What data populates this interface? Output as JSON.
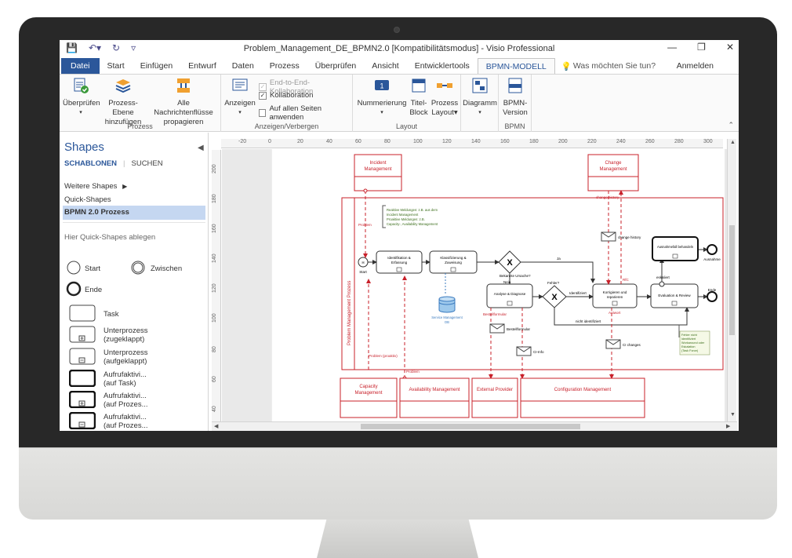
{
  "app": {
    "title": "Problem_Management_DE_BPMN2.0  [Kompatibilitätsmodus] - Visio Professional",
    "signin": "Anmelden",
    "tellme": "Was möchten Sie tun?"
  },
  "tabs": [
    {
      "label": "Datei"
    },
    {
      "label": "Start"
    },
    {
      "label": "Einfügen"
    },
    {
      "label": "Entwurf"
    },
    {
      "label": "Daten"
    },
    {
      "label": "Prozess"
    },
    {
      "label": "Überprüfen"
    },
    {
      "label": "Ansicht"
    },
    {
      "label": "Entwicklertools"
    },
    {
      "label": "BPMN-MODELL"
    }
  ],
  "ribbon": {
    "group_prozess": {
      "label": "Prozess",
      "btn_check": "Überprüfen",
      "btn_level_1": "Prozess-Ebene",
      "btn_level_2": "hinzufügen",
      "btn_msg_1": "Alle Nachrichtenflüsse",
      "btn_msg_2": "propagieren"
    },
    "group_show": {
      "label": "Anzeigen/Verbergen",
      "btn_show": "Anzeigen",
      "chk_e2e": "End-to-End-Kollaboration",
      "chk_collab": "Kollaboration",
      "chk_allpages": "Auf allen Seiten anwenden"
    },
    "group_layout": {
      "label": "Layout",
      "btn_numbering": "Nummerierung",
      "btn_title_1": "Titel-",
      "btn_title_2": "Block",
      "btn_proc_1": "Prozess",
      "btn_proc_2": "Layout",
      "btn_diagram": "Diagramm"
    },
    "group_bpmn": {
      "label": "BPMN",
      "btn_version_1": "BPMN-",
      "btn_version_2": "Version"
    }
  },
  "shapes_pane": {
    "title": "Shapes",
    "tab_stencils": "SCHABLONEN",
    "tab_search": "SUCHEN",
    "more_shapes": "Weitere Shapes",
    "quick_shapes": "Quick-Shapes",
    "selected_stencil": "BPMN 2.0 Prozess",
    "drop_hint": "Hier Quick-Shapes ablegen",
    "items": {
      "start": "Start",
      "intermediate": "Zwischen",
      "end": "Ende",
      "task": "Task",
      "sub_collapsed_1": "Unterprozess",
      "sub_collapsed_2": "(zugeklappt)",
      "sub_expanded_1": "Unterprozess",
      "sub_expanded_2": "(aufgeklappt)",
      "call_task_1": "Aufrufaktivi...",
      "call_task_2": "(auf Task)",
      "call_proc_a_1": "Aufrufaktivi...",
      "call_proc_a_2": "(auf Prozes...",
      "call_proc_b_1": "Aufrufaktivi...",
      "call_proc_b_2": "(auf Prozes..."
    }
  },
  "ruler": {
    "top": [
      "-20",
      "0",
      "20",
      "40",
      "60",
      "80",
      "100",
      "120",
      "140",
      "160",
      "180",
      "200",
      "220",
      "240",
      "260",
      "280",
      "300"
    ],
    "left": [
      "200",
      "180",
      "160",
      "140",
      "120",
      "100",
      "80",
      "60",
      "40"
    ]
  },
  "diagram": {
    "incident": "Incident",
    "incident_2": "Management",
    "change": "Change",
    "change_2": "Management",
    "pool": "Problem Management Prozess",
    "annotation_1": "Reaktive Meldungen: z.B. aus dem",
    "annotation_2": "Incident Management",
    "annotation_3": "Proaktive Meldungen: z.B.",
    "annotation_4": "Capacity-, Availability Management",
    "start_label": "Start",
    "task_identify_1": "Identifikation &",
    "task_identify_2": "Erfassung",
    "task_classify_1": "Klassifizierung &",
    "task_classify_2": "Zuweisung",
    "gw1_label": "Bekannte Ursache?",
    "gw1_yes": "Ja",
    "gw1_no": "Nein",
    "task_analysis": "Analyse & Diagnose",
    "gw2_label": "Fehler?",
    "gw2_identified": "Identifiziert",
    "gw2_not": "nicht identifiziert",
    "task_fix_1": "Korrigieren und",
    "task_fix_2": "reparieren",
    "task_review": "Evaluation & Review",
    "task_exception": "Ausnahmefall behandeln",
    "end_label": "Ende",
    "exception_end": "Ausnahme",
    "escalate": "eskaliert",
    "datastore_1": "Service Management",
    "datastore_2": "DB",
    "msg_request_form": "Bestellformular",
    "msg_ci_info": "CI-Info",
    "msg_ci_changes": "CI changes",
    "msg_change_history": "change history",
    "flow_problem": "Problem",
    "flow_problem_proaktiv": "Problem (proaktiv)",
    "flow_problem_2": "Problem",
    "flow_bestellformular": "Bestellformular",
    "flow_antwort": "Antwort",
    "flow_change_history": "change history",
    "flow_rfc": "RfC",
    "note_1": "Fehler nicht",
    "note_2": "identifiziert",
    "note_3": "Workaround oder",
    "note_4": "Eskalation",
    "note_5": "(Task Force)",
    "capacity": "Capacity",
    "capacity_2": "Management",
    "availability": "Availability Management",
    "external": "External Provider",
    "configuration": "Configuration Management"
  }
}
